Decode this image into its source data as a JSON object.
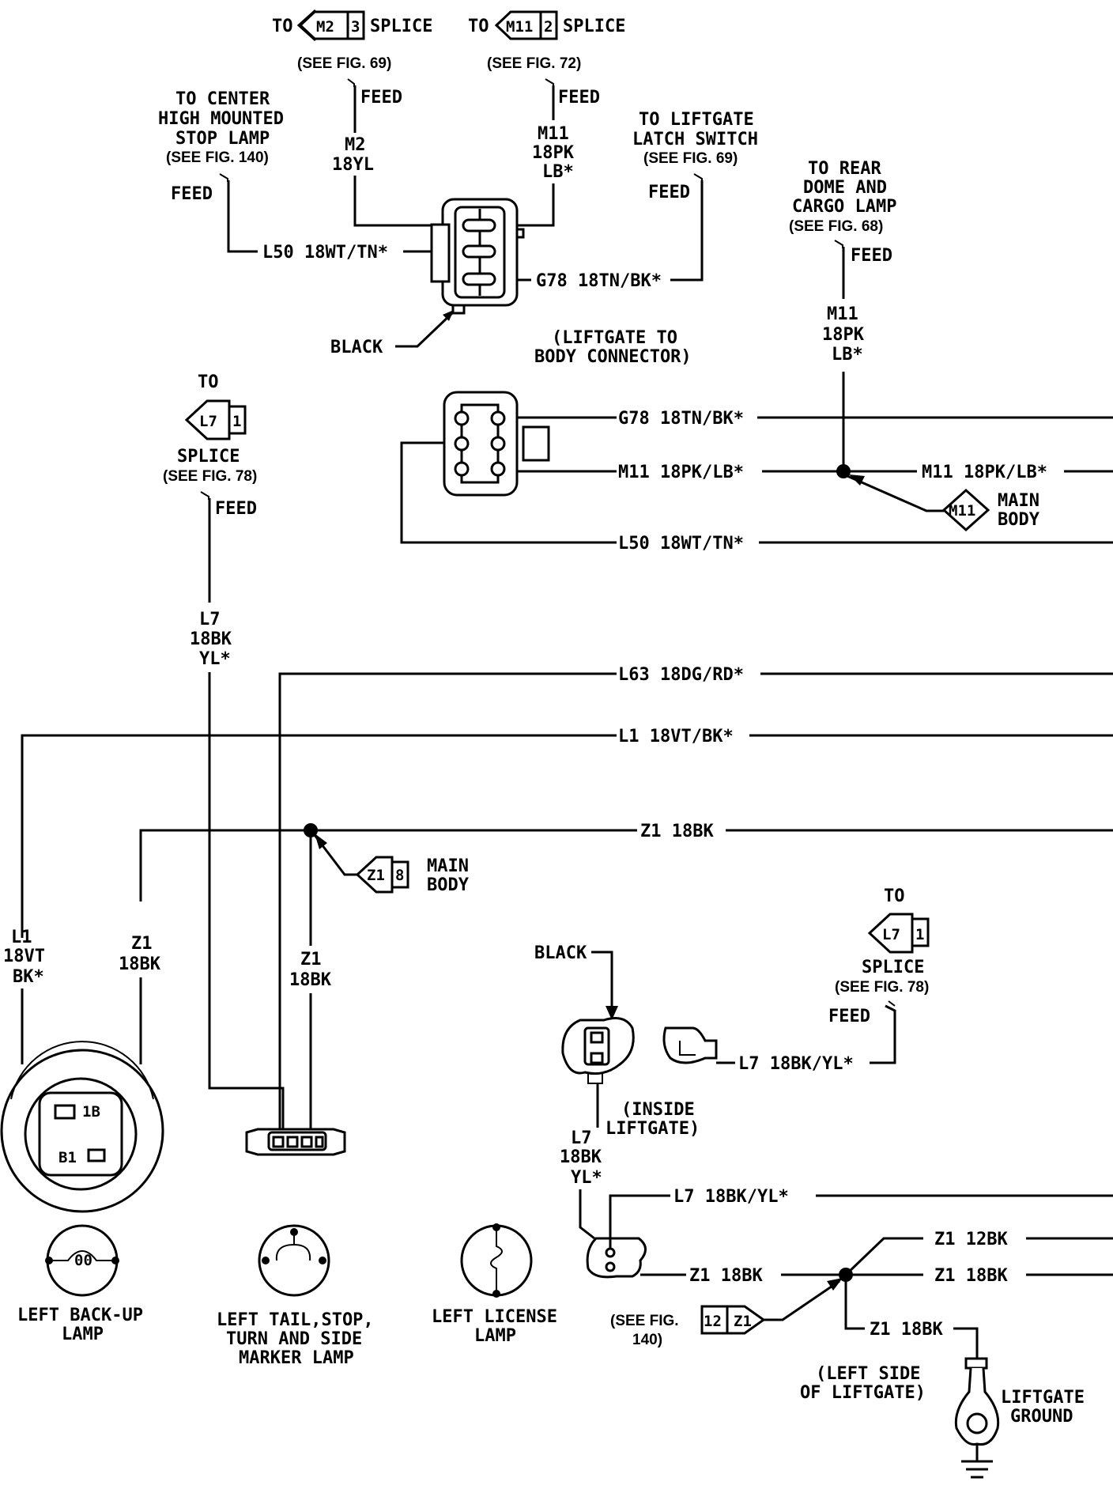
{
  "tags": {
    "m2_top": {
      "a": "M2",
      "b": "3"
    },
    "m11_top": {
      "a": "M11",
      "b": "2"
    },
    "l7_left": {
      "a": "L7",
      "b": "1"
    },
    "m11_main": {
      "a": "M11"
    },
    "z1_main": {
      "a": "Z1",
      "b": "8"
    },
    "l7_right": {
      "a": "L7",
      "b": "1"
    },
    "z1_bottom": {
      "a": "Z1",
      "b": "12"
    }
  },
  "texts": {
    "to1": "TO",
    "splice1": "SPLICE",
    "see69": "(SEE FIG. 69)",
    "to2": "TO",
    "splice2": "SPLICE",
    "see72": "(SEE FIG. 72)",
    "feed_m2": "FEED",
    "feed_m11": "FEED",
    "m2_code": "M2",
    "m2_color": "18YL",
    "m11_code": "M11",
    "m11_gauge": "18PK",
    "m11_color": "LB*",
    "chmsl_1": "TO CENTER",
    "chmsl_2": "HIGH MOUNTED",
    "chmsl_3": "STOP LAMP",
    "chmsl_4": "(SEE FIG. 140)",
    "feed_l50": "FEED",
    "l50_top": "L50 18WT/TN*",
    "latch_1": "TO LIFTGATE",
    "latch_2": "LATCH SWITCH",
    "latch_3": "(SEE FIG. 69)",
    "feed_g78": "FEED",
    "g78_top": "G78 18TN/BK*",
    "black_top": "BLACK",
    "rear_1": "TO REAR",
    "rear_2": "DOME AND",
    "rear_3": "CARGO LAMP",
    "rear_4": "(SEE FIG. 68)",
    "feed_rear": "FEED",
    "m11b_code": "M11",
    "m11b_gauge": "18PK",
    "m11b_color": "LB*",
    "conn_1": "(LIFTGATE TO",
    "conn_2": "BODY CONNECTOR)",
    "g78_mid": "G78 18TN/BK*",
    "m11_mid": "M11 18PK/LB*",
    "m11_right": "M11 18PK/LB*",
    "main1": "MAIN",
    "body1": "BODY",
    "l50_mid": "L50 18WT/TN*",
    "to3": "TO",
    "splice3": "SPLICE",
    "see78a": "(SEE FIG. 78)",
    "feed_l7": "FEED",
    "l7_code": "L7",
    "l7_gauge": "18BK",
    "l7_color": "YL*",
    "l63": "L63 18DG/RD*",
    "l1": "L1 18VT/BK*",
    "z1_top": "Z1 18BK",
    "main2": "MAIN",
    "body2": "BODY",
    "l1_code": "L1",
    "l1_gauge": "18VT",
    "l1_color": "BK*",
    "z1a_code": "Z1",
    "z1a_color": "18BK",
    "z1b_code": "Z1",
    "z1b_color": "18BK",
    "black_bottom": "BLACK",
    "to4": "TO",
    "splice4": "SPLICE",
    "see78b": "(SEE FIG. 78)",
    "feed_l7b": "FEED",
    "l7_right": "L7 18BK/YL*",
    "inside_1": "(INSIDE",
    "inside_2": "LIFTGATE)",
    "l7b_code": "L7",
    "l7b_gauge": "18BK",
    "l7b_color": "YL*",
    "l7_bottom": "L7 18BK/YL*",
    "z1_12bk": "Z1 12BK",
    "z1_18bk_a": "Z1 18BK",
    "z1_18bk_b": "Z1 18BK",
    "see140_1": "(SEE FIG.",
    "see140_2": "140)",
    "z1_ground": "Z1 18BK",
    "leftside_1": "(LEFT SIDE",
    "leftside_2": "OF LIFTGATE)",
    "ground_1": "LIFTGATE",
    "ground_2": "GROUND",
    "backup_1": "LEFT BACK-UP",
    "backup_2": "LAMP",
    "tail_1": "LEFT TAIL,STOP,",
    "tail_2": "TURN AND SIDE",
    "tail_3": "MARKER LAMP",
    "license_1": "LEFT LICENSE",
    "license_2": "LAMP",
    "pin_1b": "1B",
    "pin_b1": "B1",
    "bulb_00": "00"
  }
}
